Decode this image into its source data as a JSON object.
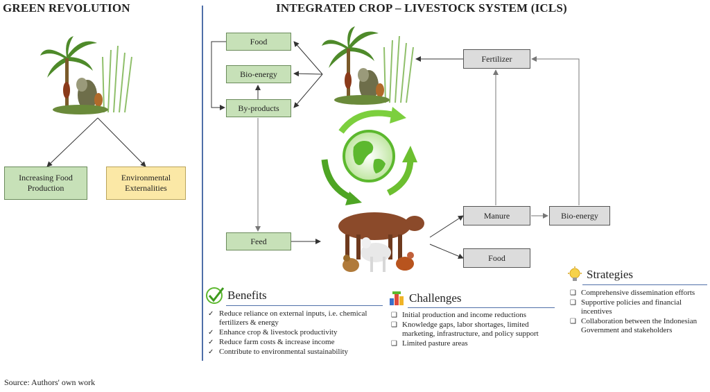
{
  "green_revolution": {
    "title": "GREEN REVOLUTION",
    "boxes": [
      "Increasing Food Production",
      "Environmental Externalities"
    ]
  },
  "icls": {
    "title": "INTEGRATED CROP – LIVESTOCK SYSTEM (ICLS)",
    "crop_outputs": [
      "Food",
      "Bio-energy",
      "By-products"
    ],
    "feed_label": "Feed",
    "fertilizer_label": "Fertilizer",
    "manure_label": "Manure",
    "bioenergy_label": "Bio-energy",
    "livestock_food_label": "Food"
  },
  "benefits": {
    "heading": "Benefits",
    "items": [
      "Reduce reliance on external inputs, i.e. chemical fertilizers & energy",
      "Enhance crop & livestock productivity",
      "Reduce farm costs & increase income",
      "Contribute to environmental sustainability"
    ]
  },
  "challenges": {
    "heading": "Challenges",
    "items": [
      "Initial production and income reductions",
      "Knowledge gaps, labor shortages, limited marketing, infrastructure, and policy support",
      "Limited pasture areas"
    ]
  },
  "strategies": {
    "heading": "Strategies",
    "items": [
      "Comprehensive dissemination efforts",
      "Supportive policies and financial incentives",
      "Collaboration between the Indonesian Government and stakeholders"
    ]
  },
  "source": "Source: Authors' own work",
  "colors": {
    "box_green": "#c7e1b8",
    "box_yellow": "#fbe8a6",
    "box_gray": "#dcdcdc",
    "divider": "#4f6fa8",
    "cycle_green": "#5cb82e"
  }
}
